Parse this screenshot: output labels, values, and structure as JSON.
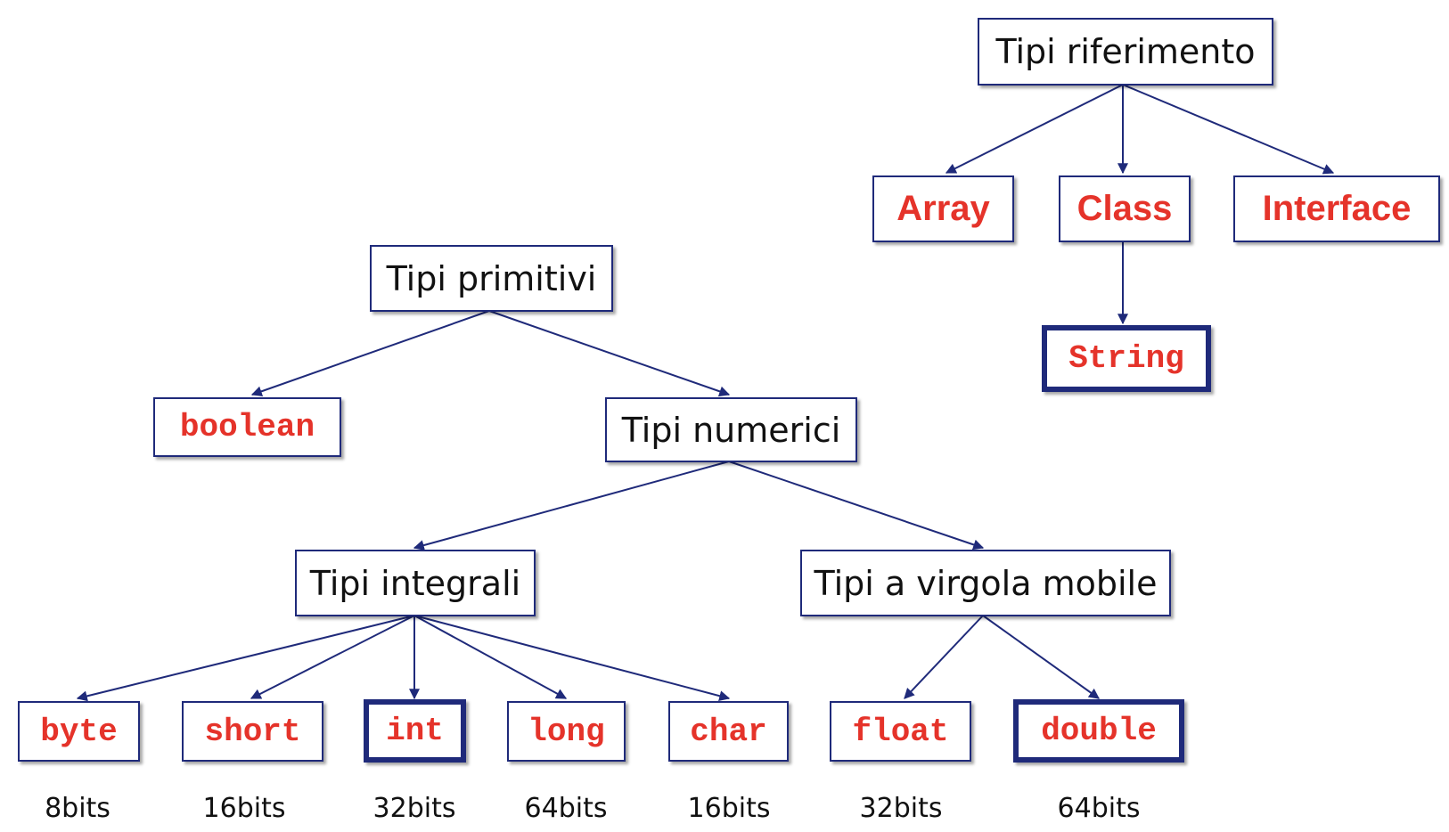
{
  "reference_types": {
    "root": "Tipi riferimento",
    "array": "Array",
    "class": "Class",
    "interface": "Interface",
    "string": "String"
  },
  "primitive_types": {
    "root": "Tipi primitivi",
    "boolean": "boolean",
    "numeric": "Tipi numerici",
    "integral": "Tipi integrali",
    "floating": "Tipi a virgola mobile",
    "byte": "byte",
    "short": "short",
    "int": "int",
    "long": "long",
    "char": "char",
    "float": "float",
    "double": "double"
  },
  "sizes": {
    "byte": "8bits",
    "short": "16bits",
    "int": "32bits",
    "long": "64bits",
    "char": "16bits",
    "float": "32bits",
    "double": "64bits"
  },
  "colors": {
    "box_border": "#1f2a7a",
    "edge": "#1f2a7a",
    "keyword": "#e5332a",
    "category_text": "#111111"
  }
}
